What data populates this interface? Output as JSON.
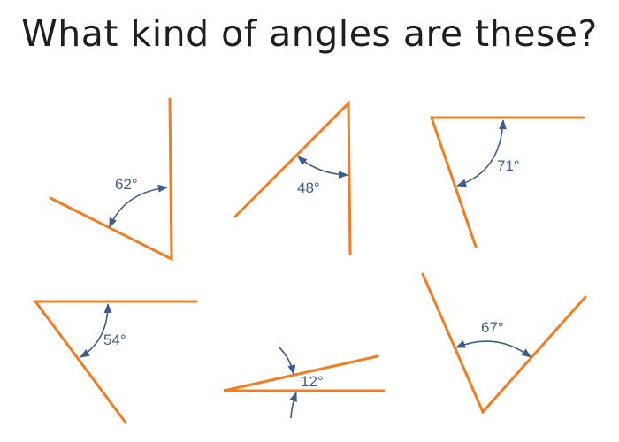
{
  "title": "What kind of angles are these?",
  "colors": {
    "ray": "#f47c20",
    "arc": "#3b5d8f"
  },
  "angles": [
    {
      "label": "62°"
    },
    {
      "label": "48°"
    },
    {
      "label": "71°"
    },
    {
      "label": "54°"
    },
    {
      "label": "12°"
    },
    {
      "label": "67°"
    }
  ]
}
